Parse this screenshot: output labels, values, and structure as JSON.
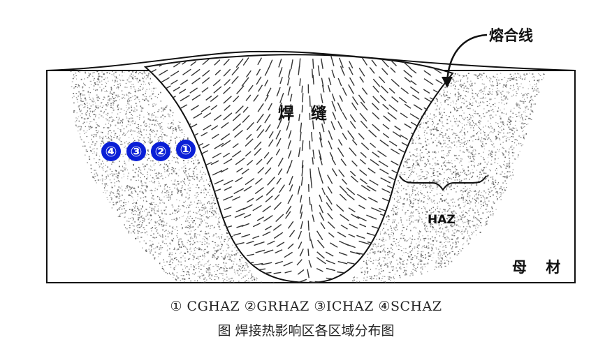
{
  "labels": {
    "weld": "焊 缝",
    "fusion_line": "熔合线",
    "haz": "HAZ",
    "base_metal": "母 材"
  },
  "zone_markers": [
    "④",
    "③",
    "②",
    "①"
  ],
  "legend": "① CGHAZ ②GRHAZ ③ICHAZ ④SCHAZ",
  "caption": "图 焊接热影响区各区域分布图",
  "colors": {
    "marker_fill": "#0a1fd6",
    "outline": "#111111",
    "stipple": "#555555"
  }
}
